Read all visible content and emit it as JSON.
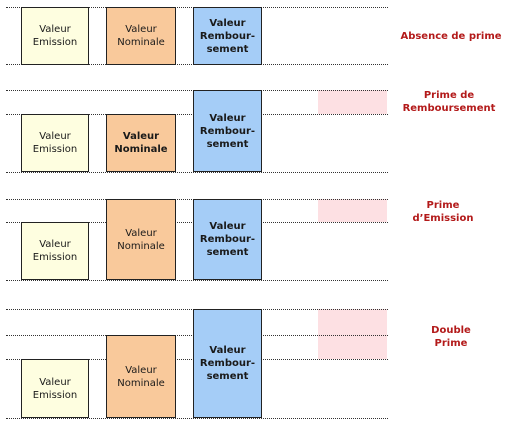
{
  "colors": {
    "emission_fill": "#fefee0",
    "nominale_fill": "#f9c99b",
    "remboursement_fill": "#a5cdf7",
    "prime_zone_fill": "#fde0e3",
    "label_color": "#b31a1a"
  },
  "scenarios": [
    {
      "label": "Absence de prime",
      "emission": "Valeur\nEmission",
      "nominale": "Valeur\nNominale",
      "remboursement": "Valeur\nRembour-\nsement"
    },
    {
      "label": "Prime de\nRemboursement",
      "emission": "Valeur\nEmission",
      "nominale": "Valeur\nNominale",
      "remboursement": "Valeur\nRembour-\nsement"
    },
    {
      "label": "Prime\nd’Emission",
      "emission": "Valeur\nEmission",
      "nominale": "Valeur\nNominale",
      "remboursement": "Valeur\nRembour-\nsement"
    },
    {
      "label": "Double\nPrime",
      "emission": "Valeur\nEmission",
      "nominale": "Valeur\nNominale",
      "remboursement": "Valeur\nRembour-\nsement"
    }
  ]
}
